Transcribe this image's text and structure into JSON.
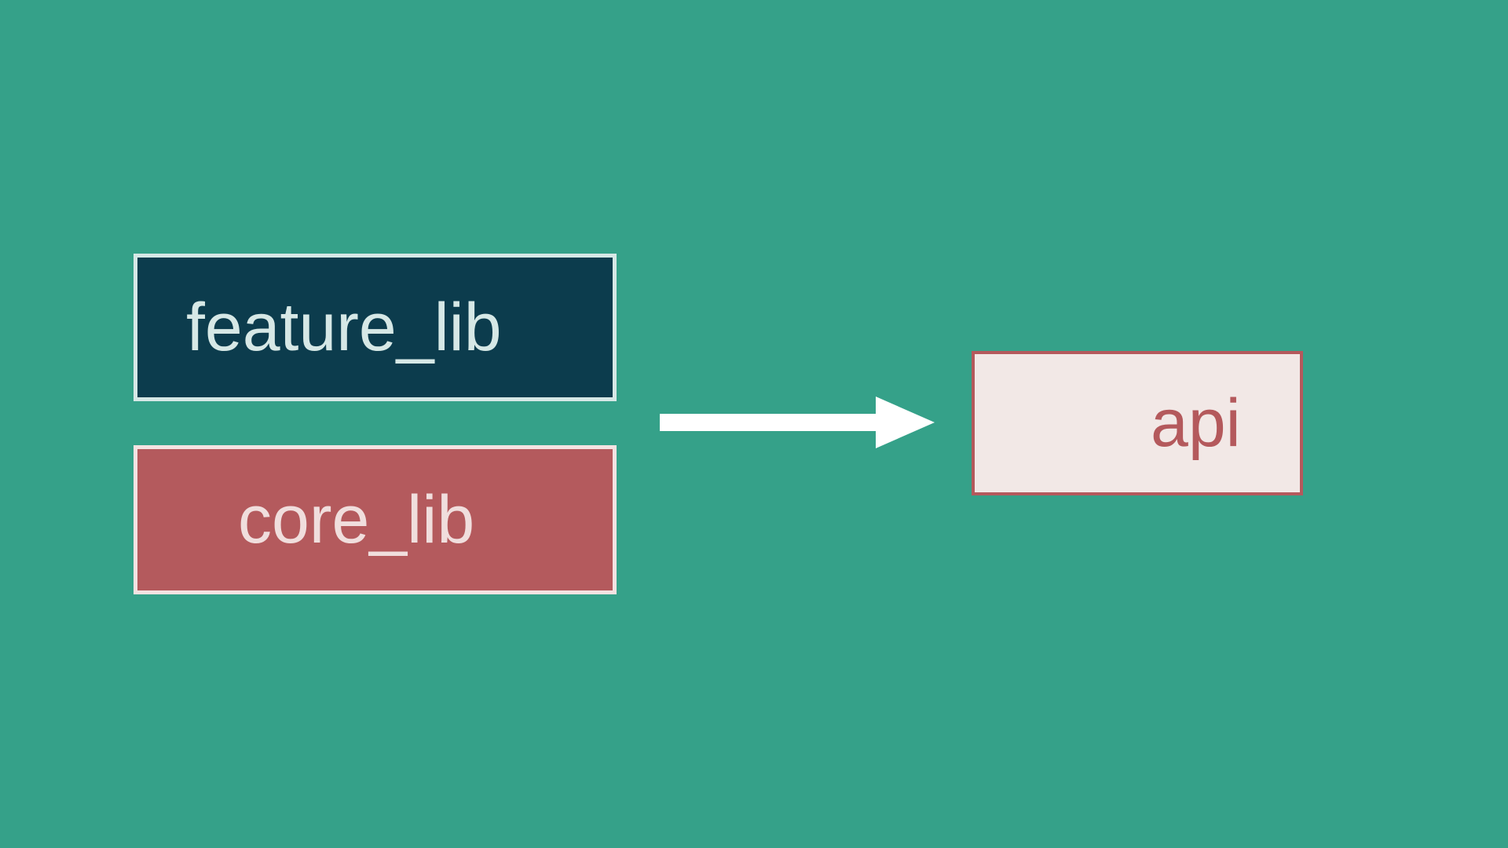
{
  "diagram": {
    "type": "dependency-graph",
    "background_color": "#35a189",
    "nodes": [
      {
        "id": "feature_lib",
        "label": "feature_lib",
        "fill": "#0c3c4d",
        "border": "#d6e8e6",
        "text_color": "#d6e8e6"
      },
      {
        "id": "core_lib",
        "label": "core_lib",
        "fill": "#b45a5d",
        "border": "#f4e3e2",
        "text_color": "#f0dedd"
      },
      {
        "id": "api",
        "label": "api",
        "fill": "#f2e8e6",
        "border": "#b4595c",
        "text_color": "#b4595c"
      }
    ],
    "edges": [
      {
        "id": "feature_lib-to-api",
        "from": "feature_lib",
        "to": "api",
        "direction": "right",
        "color": "#ffffff",
        "label": ""
      }
    ]
  }
}
